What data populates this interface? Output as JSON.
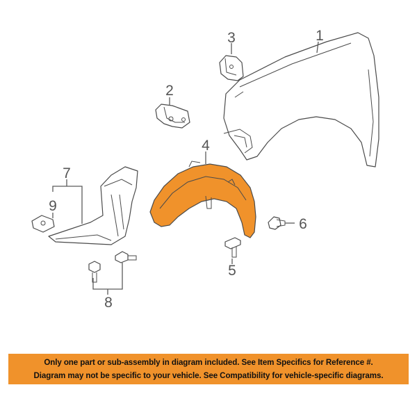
{
  "diagram": {
    "highlight_color": "#f0922b",
    "line_color": "#4a4a4a",
    "callouts": {
      "c1": "1",
      "c2": "2",
      "c3": "3",
      "c4": "4",
      "c5": "5",
      "c6": "6",
      "c7": "7",
      "c8": "8",
      "c9": "9"
    }
  },
  "notice": {
    "line1": "Only one part or sub-assembly in diagram included. See Item Specifics for Reference #.",
    "line2": "Diagram may not be specific to your vehicle. See Compatibility for vehicle-specific diagrams.",
    "background": "#f0922b"
  }
}
